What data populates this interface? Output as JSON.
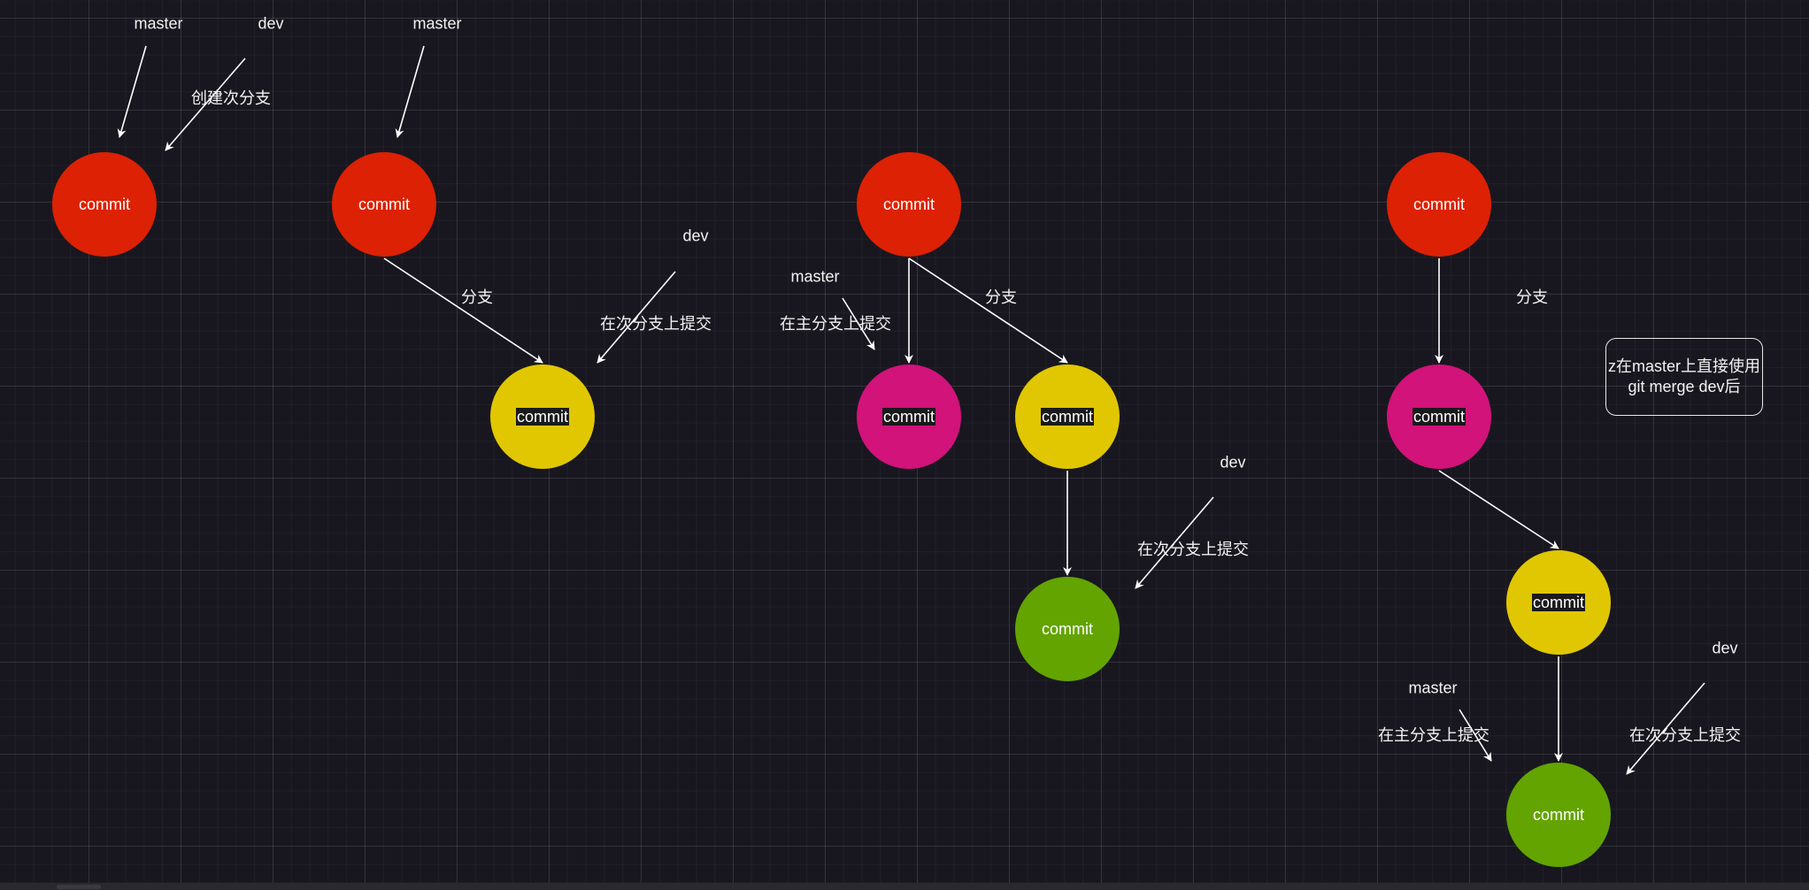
{
  "colors": {
    "red": "#dd2104",
    "yellow": "#e0c701",
    "magenta": "#d1137a",
    "green": "#63a400",
    "edge": "#ffffff"
  },
  "nodes": [
    {
      "id": "n1",
      "label": "commit",
      "color": "red"
    },
    {
      "id": "n2",
      "label": "commit",
      "color": "red"
    },
    {
      "id": "n3",
      "label": "commit",
      "color": "yellow",
      "highlight": true
    },
    {
      "id": "n4",
      "label": "commit",
      "color": "red"
    },
    {
      "id": "n5",
      "label": "commit",
      "color": "magenta",
      "highlight": true
    },
    {
      "id": "n6",
      "label": "commit",
      "color": "yellow",
      "highlight": true
    },
    {
      "id": "n7",
      "label": "commit",
      "color": "green"
    },
    {
      "id": "n8",
      "label": "commit",
      "color": "red"
    },
    {
      "id": "n9",
      "label": "commit",
      "color": "magenta",
      "highlight": true
    },
    {
      "id": "n10",
      "label": "commit",
      "color": "yellow",
      "highlight": true
    },
    {
      "id": "n11",
      "label": "commit",
      "color": "green"
    }
  ],
  "edges": [
    {
      "from": "n2",
      "to": "n3",
      "label": "分支"
    },
    {
      "from": "n4",
      "to": "n5",
      "label": ""
    },
    {
      "from": "n4",
      "to": "n6",
      "label": "分支"
    },
    {
      "from": "n6",
      "to": "n7",
      "label": ""
    },
    {
      "from": "n8",
      "to": "n9",
      "label": "分支"
    },
    {
      "from": "n9",
      "to": "n10",
      "label": ""
    },
    {
      "from": "n10",
      "to": "n11",
      "label": ""
    }
  ],
  "labels": {
    "s1_master": "master",
    "s1_dev": "dev",
    "s1_create": "创建次分支",
    "s2_master": "master",
    "s2_dev": "dev",
    "s2_commit_dev": "在次分支上提交",
    "s3_master": "master",
    "s3_commit_master": "在主分支上提交",
    "s3_dev": "dev",
    "s3_commit_dev": "在次分支上提交",
    "s4_master": "master",
    "s4_commit_master": "在主分支上提交",
    "s4_dev": "dev",
    "s4_commit_dev": "在次分支上提交"
  },
  "note": {
    "line1": "z在master上直接使用",
    "line2": "git merge dev后"
  }
}
